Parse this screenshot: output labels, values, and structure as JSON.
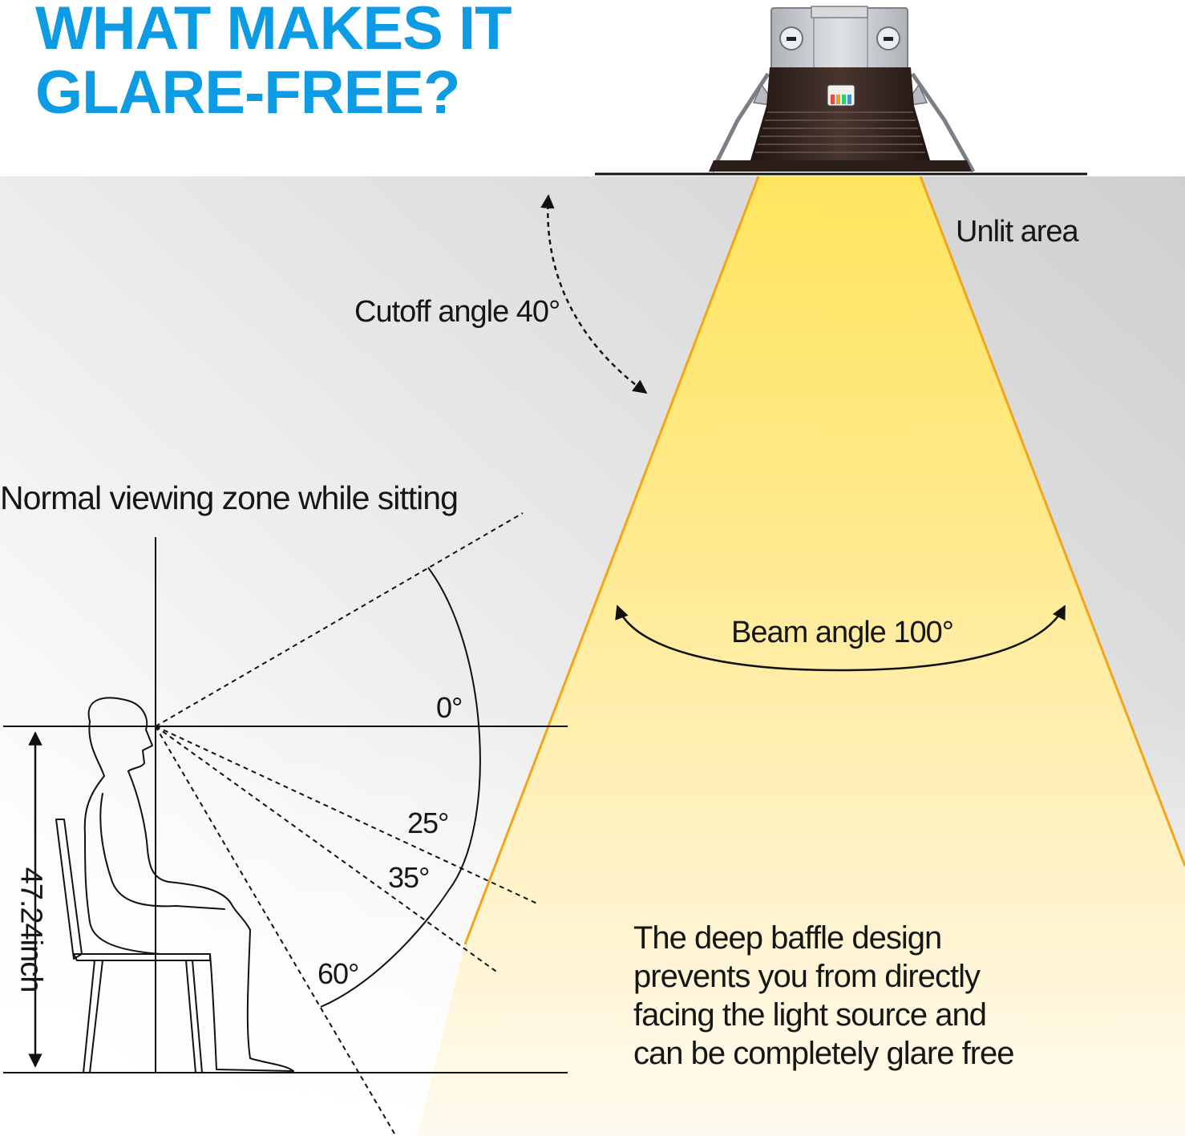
{
  "title_lines": [
    "WHAT MAKES IT",
    "GLARE-FREE?"
  ],
  "labels": {
    "unlit_area": "Unlit area",
    "cutoff_angle": "Cutoff angle 40°",
    "beam_angle": "Beam angle 100°",
    "viewing_zone": "Normal viewing zone while sitting",
    "height": "47.24inch"
  },
  "angles": [
    "0°",
    "25°",
    "35°",
    "60°"
  ],
  "description_lines": [
    "The deep baffle design",
    "prevents you from directly",
    "facing the light source and",
    "can be completely glare free"
  ],
  "colors": {
    "title": "#0d9be3",
    "beam_fill": "#ffe566",
    "beam_edge": "#f3a51a",
    "unlit_gray": "#d9d9d9",
    "fixture_trim": "#3a2a24",
    "housing": "#c9cdd2"
  }
}
